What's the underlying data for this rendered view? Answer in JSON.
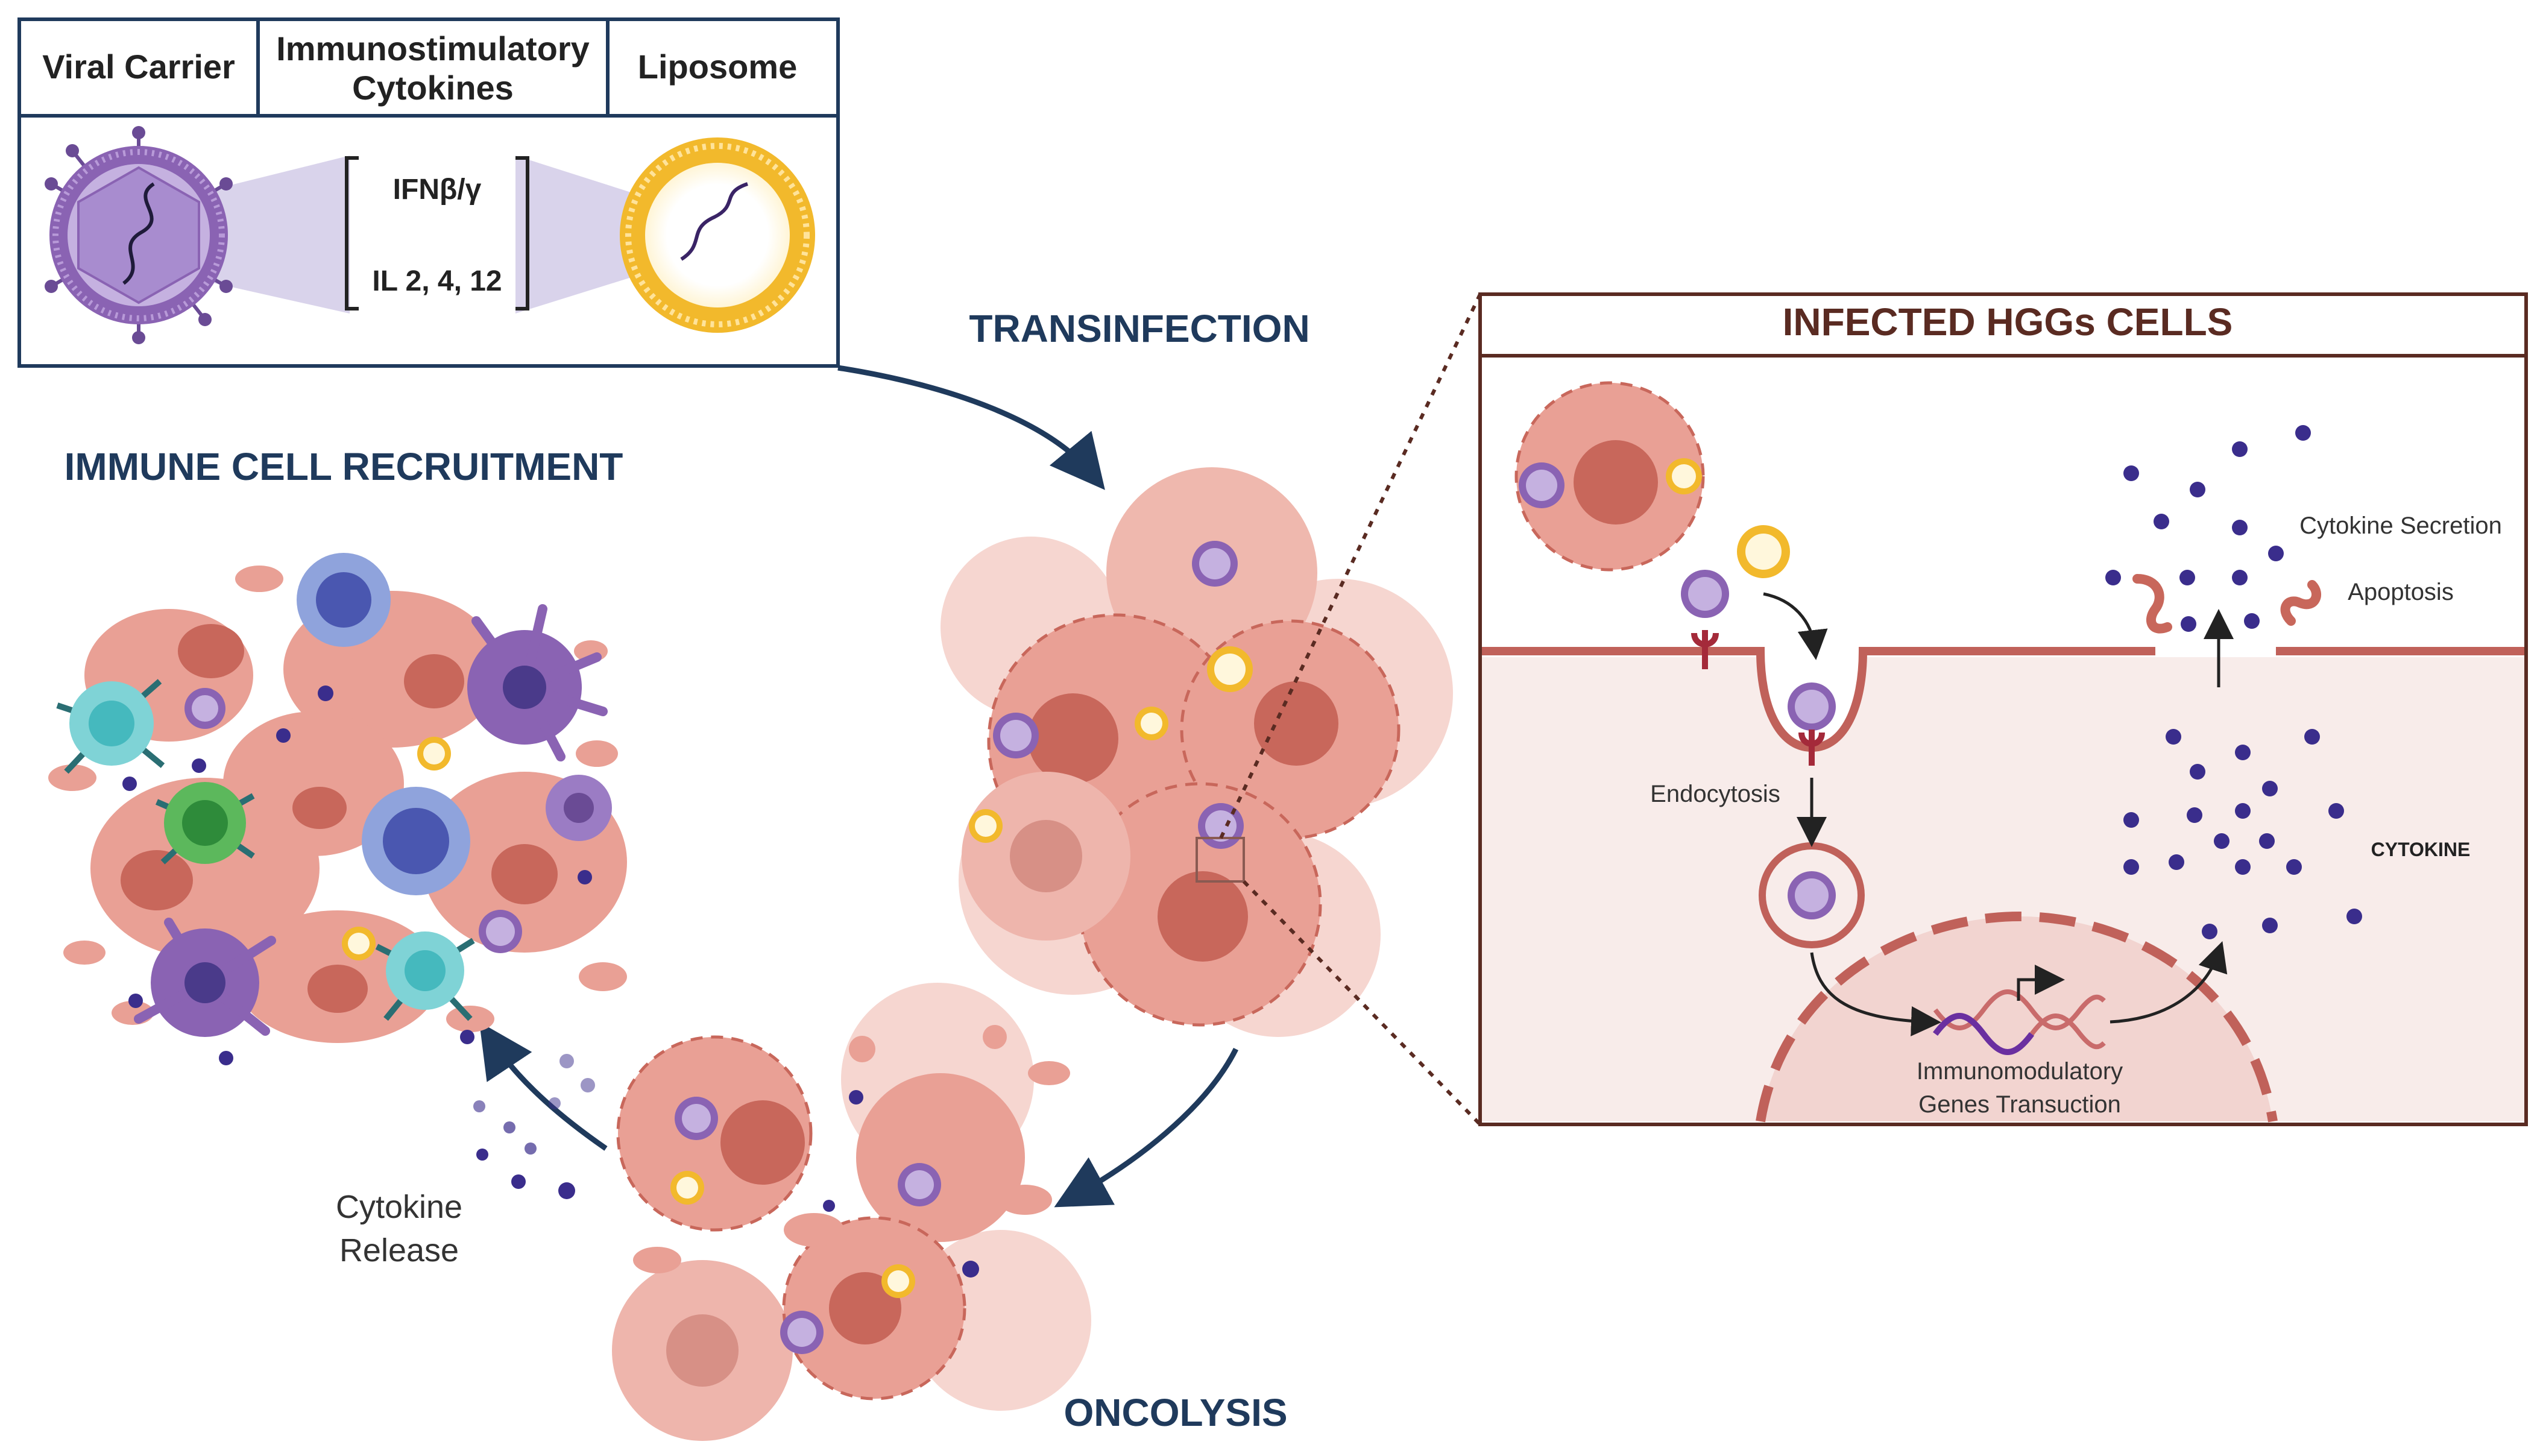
{
  "legend": {
    "headers": [
      "Viral Carrier",
      "Immunostimulatory",
      "Cytokines",
      "Liposome"
    ],
    "cytokines": [
      "IFNβ/γ",
      "IL 2, 4, 12"
    ]
  },
  "steps": {
    "transinfection": "TRANSINFECTION",
    "immune_recruitment": "IMMUNE CELL RECRUITMENT",
    "oncolysis": "ONCOLYSIS",
    "cytokine_release_1": "Cytokine",
    "cytokine_release_2": "Release"
  },
  "infected_panel": {
    "title": "INFECTED HGGs CELLS",
    "cytokine_secretion": "Cytokine Secretion",
    "apoptosis": "Apoptosis",
    "endocytosis": "Endocytosis",
    "cytokine": "CYTOKINE",
    "transcription_1": "Immunomodulatory",
    "transcription_2": "Genes Transuction"
  },
  "colors": {
    "navy": "#1f3a5c",
    "tumor": "#e9a095",
    "tumor_dark": "#c8675b",
    "virus": "#8a63b3",
    "liposome": "#f2b92c",
    "panel_border": "#5a2b22",
    "cytokine_dot": "#3a2d8c"
  }
}
